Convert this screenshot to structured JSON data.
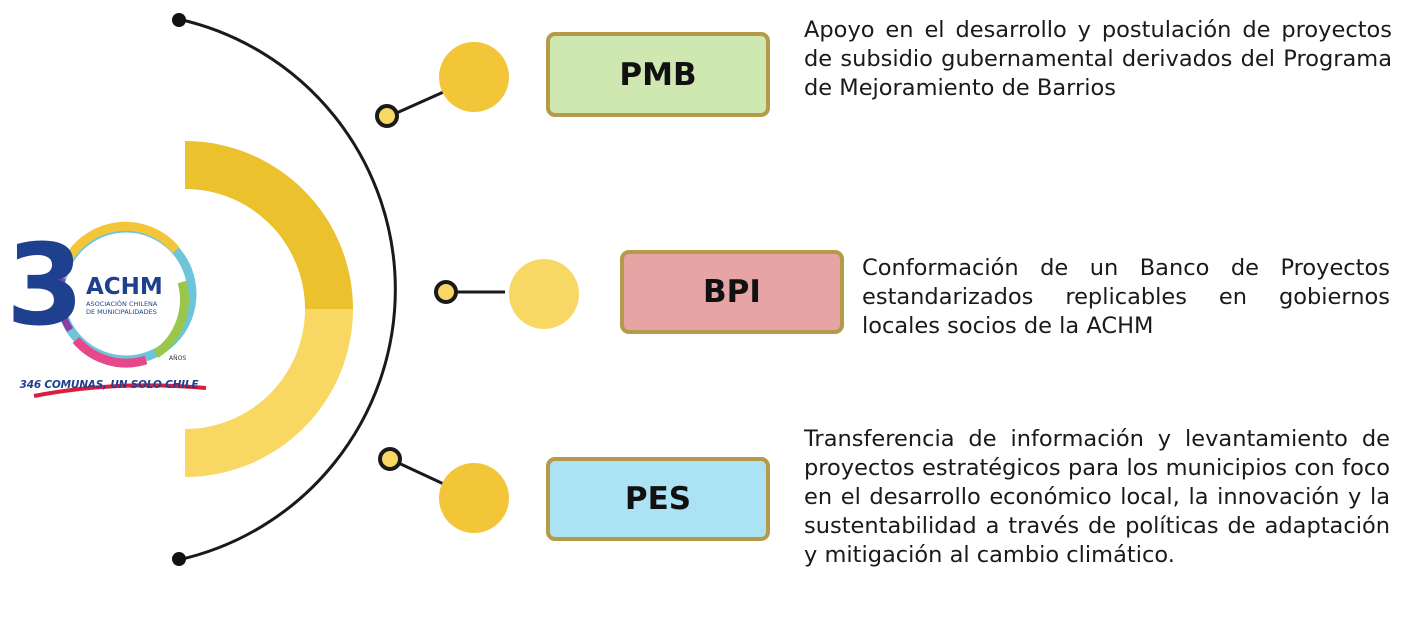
{
  "items": [
    {
      "code": "PMB",
      "box_color": "#cfe8b2",
      "description": "Apoyo en el desarrollo y postulación de proyectos de subsidio gubernamental derivados del Programa de Mejoramiento de Barrios"
    },
    {
      "code": "BPI",
      "box_color": "#e6a4a4",
      "description": "Conformación de un Banco de Proyectos estandarizados replicables en gobiernos locales socios de la ACHM"
    },
    {
      "code": "PES",
      "box_color": "#abe3f5",
      "description": "Transferencia de información y levantamiento de proyectos estratégicos para los municipios con foco en el desarrollo económico local, la innovación y la sustentabilidad a través de políticas de adaptación y mitigación al cambio climático."
    }
  ],
  "logo": {
    "number": "30",
    "acronym": "ACHM",
    "name_line1": "ASOCIACIÓN CHILENA",
    "name_line2": "DE MUNICIPALIDADES",
    "years_label": "AÑOS",
    "tagline": "346 COMUNAS, UN SOLO CHILE"
  },
  "colors": {
    "accent_dark": "#ecc12e",
    "accent_light": "#f8d763",
    "circle_fill": "#f3c63a",
    "circle_light": "#f8d865",
    "line": "#1a1a1a",
    "box_border": "#b59a4a",
    "logo_blue": "#1f3f8f",
    "logo_red": "#d81d3f"
  }
}
